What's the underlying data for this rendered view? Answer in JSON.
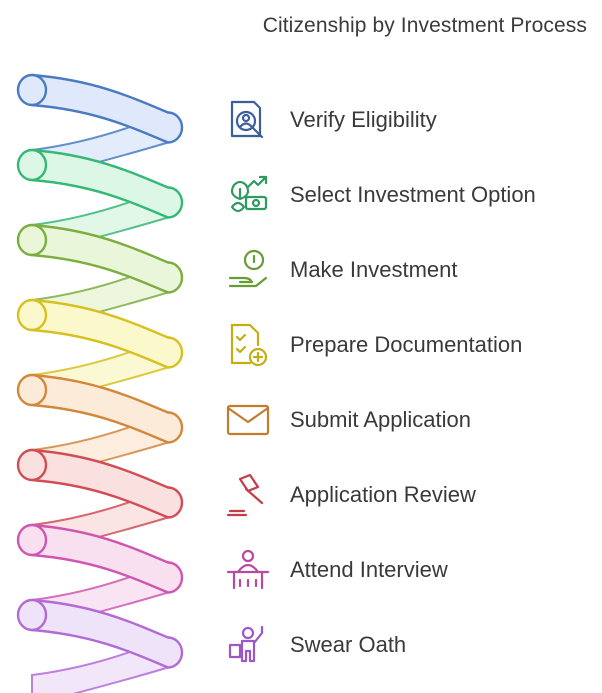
{
  "title": "Citizenship by Investment Process",
  "steps": [
    {
      "label": "Verify Eligibility",
      "icon": "search-person-icon",
      "color": "#4a7bc2",
      "fill": "#dfe9fb"
    },
    {
      "label": "Select Investment Option",
      "icon": "money-growth-icon",
      "color": "#35b876",
      "fill": "#dcf7e6"
    },
    {
      "label": "Make Investment",
      "icon": "hand-coin-icon",
      "color": "#7cae3f",
      "fill": "#eaf6d9"
    },
    {
      "label": "Prepare Documentation",
      "icon": "document-add-icon",
      "color": "#d6c022",
      "fill": "#fbf8cc"
    },
    {
      "label": "Submit Application",
      "icon": "envelope-icon",
      "color": "#d2883b",
      "fill": "#fdebd9"
    },
    {
      "label": "Application Review",
      "icon": "gavel-icon",
      "color": "#d14d55",
      "fill": "#fbe0e0"
    },
    {
      "label": "Attend Interview",
      "icon": "interview-desk-icon",
      "color": "#cf56b0",
      "fill": "#f9e0f1"
    },
    {
      "label": "Swear Oath",
      "icon": "oath-raised-hand-icon",
      "color": "#b26ad6",
      "fill": "#efe3f9"
    }
  ]
}
